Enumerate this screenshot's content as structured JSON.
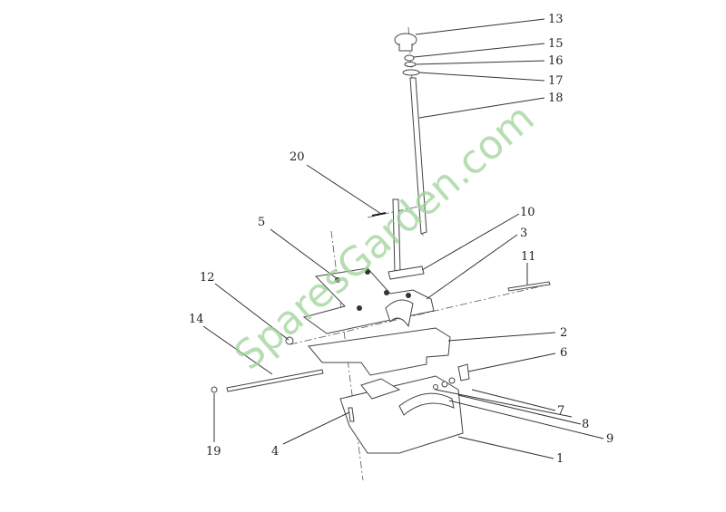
{
  "diagram": {
    "title": "Parts exploded view",
    "callouts": {
      "c1": "1",
      "c2": "2",
      "c3": "3",
      "c4": "4",
      "c5": "5",
      "c6": "6",
      "c7": "7",
      "c8": "8",
      "c9": "9",
      "c10": "10",
      "c11": "11",
      "c12": "12",
      "c13": "13",
      "c14": "14",
      "c15": "15",
      "c16": "16",
      "c17": "17",
      "c18": "18",
      "c19": "19",
      "c20": "20"
    },
    "watermark": "SparesGarden.com",
    "colors": {
      "line": "#333333",
      "watermark": "#9fd39a"
    }
  }
}
